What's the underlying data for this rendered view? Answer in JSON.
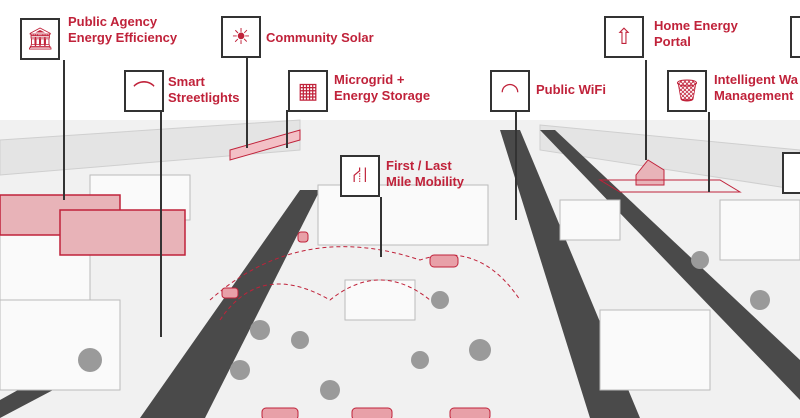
{
  "accent": "#c0223a",
  "labels": {
    "public_agency": "Public Agency\nEnergy Efficiency",
    "public_agency_l1": "Public Agency",
    "public_agency_l2": "Energy Efficiency",
    "community_solar": "Community Solar",
    "streetlights_l1": "Smart",
    "streetlights_l2": "Streetlights",
    "microgrid_l1": "Microgrid +",
    "microgrid_l2": "Energy Storage",
    "mobility_l1": "First / Last",
    "mobility_l2": "Mile Mobility",
    "wifi": "Public WiFi",
    "home_energy_l1": "Home Energy",
    "home_energy_l2": "Portal",
    "waste_l1": "Intelligent Wa",
    "waste_l2": "Management"
  },
  "icons": [
    "government-building-icon",
    "solar-panel-icon",
    "streetlight-icon",
    "battery-grid-icon",
    "road-icon",
    "wifi-icon",
    "home-upload-icon",
    "waste-bin-icon",
    "traffic-light-icon"
  ]
}
